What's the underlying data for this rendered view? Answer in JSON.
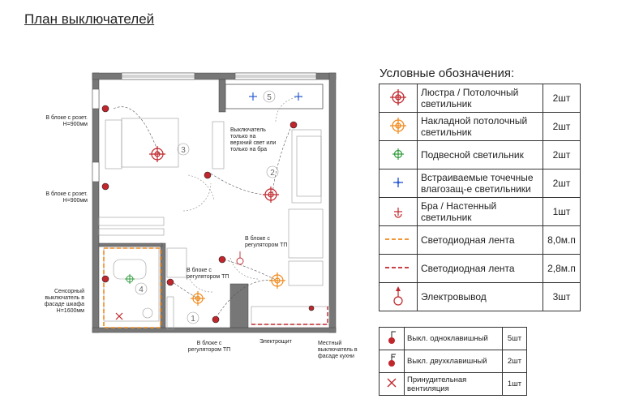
{
  "title": "План выключателей",
  "legend": {
    "title": "Условные обозначения:",
    "items": [
      {
        "name": "Люстра / Потолочный светильник",
        "count": "2шт",
        "icon": "chandelier-icon"
      },
      {
        "name": "Накладной потолочный светильник",
        "count": "2шт",
        "icon": "surface-ceiling-light-icon"
      },
      {
        "name": "Подвесной светильник",
        "count": "2шт",
        "icon": "pendant-light-icon"
      },
      {
        "name": "Встраиваемые точечные влагозащ-е светильники",
        "count": "2шт",
        "icon": "spotlight-icon"
      },
      {
        "name": "Бра / Настенный светильник",
        "count": "1шт",
        "icon": "wall-sconce-icon"
      },
      {
        "name": "Светодиодная лента",
        "count": "8,0м.п",
        "icon": "led-strip-orange-icon"
      },
      {
        "name": "Светодиодная лента",
        "count": "2,8м.п",
        "icon": "led-strip-red-icon"
      },
      {
        "name": "Электровывод",
        "count": "3шт",
        "icon": "electrical-outlet-icon"
      }
    ]
  },
  "switches": [
    {
      "name": "Выкл. одноклавишный",
      "count": "5шт",
      "icon": "single-switch-icon"
    },
    {
      "name": "Выкл. двухклавишный",
      "count": "2шт",
      "icon": "double-switch-icon"
    },
    {
      "name": "Принудительная вентиляция",
      "count": "1шт",
      "icon": "ventilation-icon"
    }
  ],
  "plan": {
    "notes": {
      "socket1": "В блоке с розет.\nH=900мм",
      "socket2": "В блоке с розет.\nH=900мм",
      "sensor": "Сенсорный\nвыключатель в\nфасаде шкафа\nH=1600мм",
      "switch_only": "Выключатель\nтолько на\nверхний свет или\nтолько на бра",
      "reg1": "В блоке с\nрегулятором ТП",
      "reg2": "В блоке с\nрегулятором ТП",
      "reg3": "В блоке с\nрегулятором ТП",
      "panel": "Электрощит",
      "local": "Местный\nвыключатель в\nфасаде кухни"
    },
    "room_numbers": [
      "1",
      "2",
      "3",
      "4",
      "5"
    ]
  },
  "colors": {
    "red": "#c0262b",
    "orange": "#f08a1c",
    "green": "#2e9b3a",
    "blue": "#2a5bd7"
  }
}
